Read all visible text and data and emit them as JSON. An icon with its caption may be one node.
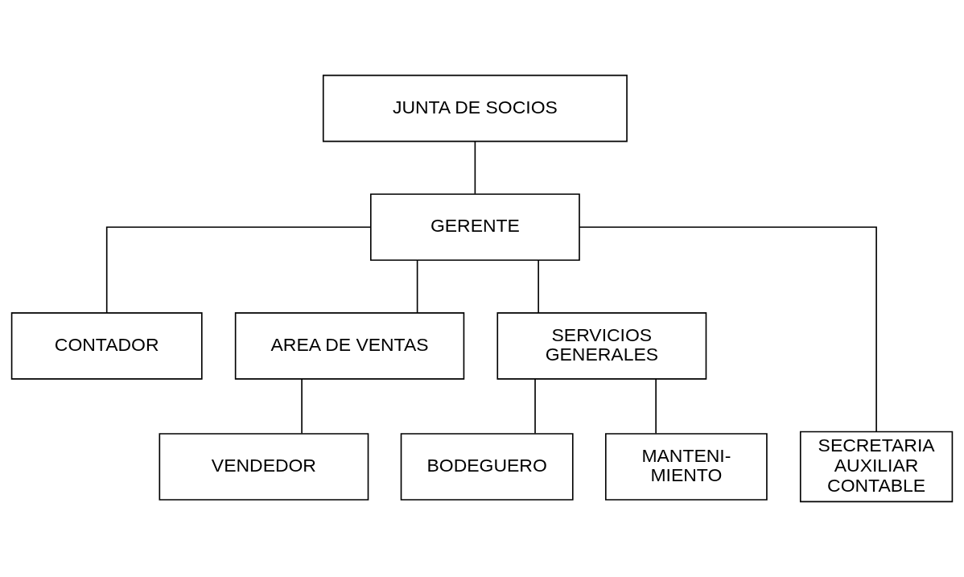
{
  "diagram": {
    "nodes": [
      {
        "text": [
          "JUNTA DE SOCIOS"
        ]
      },
      {
        "text": [
          "GERENTE"
        ]
      },
      {
        "text": [
          "CONTADOR"
        ]
      },
      {
        "text": [
          "AREA DE VENTAS"
        ]
      },
      {
        "text": [
          "SERVICIOS GENERALES"
        ]
      },
      {
        "text": [
          "VENDEDOR"
        ]
      },
      {
        "text": [
          "BODEGUERO"
        ]
      },
      {
        "text": [
          "MANTENI- MIENTO"
        ]
      },
      {
        "text": [
          "SECRETARIA AUXILIAR CONTABLE"
        ]
      }
    ],
    "edges": [
      {
        "from": 0,
        "to": 1,
        "arrow": "none"
      },
      {
        "from": 1,
        "to": 2,
        "arrow": "none"
      },
      {
        "from": 1,
        "to": 3,
        "arrow": "none"
      },
      {
        "from": 1,
        "to": 4,
        "arrow": "none"
      },
      {
        "from": 3,
        "to": 5,
        "arrow": "none"
      },
      {
        "from": 4,
        "to": 6,
        "arrow": "none"
      },
      {
        "from": 4,
        "to": 7,
        "arrow": "none"
      },
      {
        "from": 1,
        "to": 8,
        "arrow": "none"
      }
    ]
  }
}
